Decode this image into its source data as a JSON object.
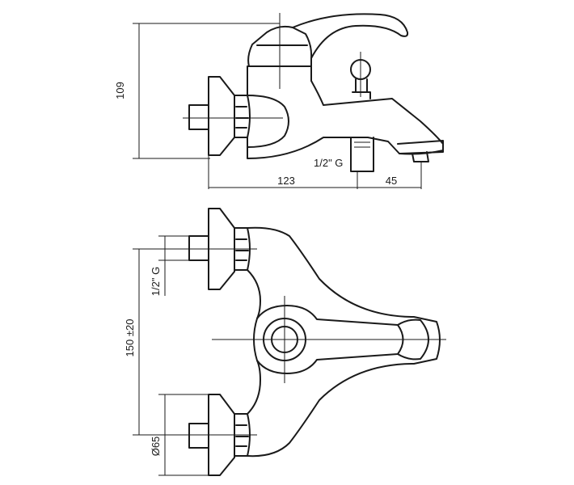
{
  "drawing": {
    "dim_height": "109",
    "dim_spout_offset": "123",
    "dim_spout_reach": "45",
    "thread_spout": "1/2\" G",
    "thread_inlet": "1/2\" G",
    "dim_center_distance": "150 ±20",
    "dim_flange_diameter": "Ø65"
  },
  "colors": {
    "stroke": "#1a1a1a",
    "background": "#ffffff"
  }
}
